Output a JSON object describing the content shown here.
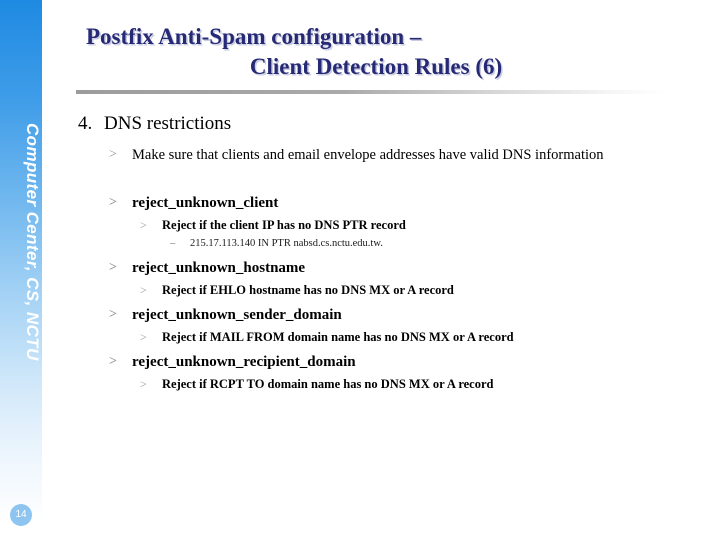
{
  "slide": {
    "sidebar": {
      "vertical_label": "Computer Center, CS, NCTU",
      "page_number": "14",
      "accent_color_top": "#1f8ae2",
      "badge_color": "#8ec5f0"
    },
    "title": {
      "line1": "Postfix Anti-Spam configuration –",
      "line2": "Client Detection Rules (6)",
      "color": "#262a75",
      "shadow_color": "#c9cbe0"
    },
    "body": {
      "section_number": "4.",
      "section_heading": "DNS restrictions",
      "intro_bullet_marker": ">",
      "intro_bullet": "Make sure that clients and email envelope addresses have valid DNS information",
      "sub_marker": ">",
      "dash_marker": "–",
      "rules": [
        {
          "name": "reject_unknown_client",
          "description": "Reject if the client IP has no DNS PTR record",
          "example": "215.17.113.140  IN PTR nabsd.cs.nctu.edu.tw."
        },
        {
          "name": "reject_unknown_hostname",
          "description": "Reject if EHLO hostname has no DNS MX or A record",
          "example": null
        },
        {
          "name": "reject_unknown_sender_domain",
          "description": "Reject if MAIL FROM domain name has no DNS MX or A record",
          "example": null
        },
        {
          "name": "reject_unknown_recipient_domain",
          "description": "Reject if RCPT TO domain name has no DNS MX or A record",
          "example": null
        }
      ]
    }
  }
}
